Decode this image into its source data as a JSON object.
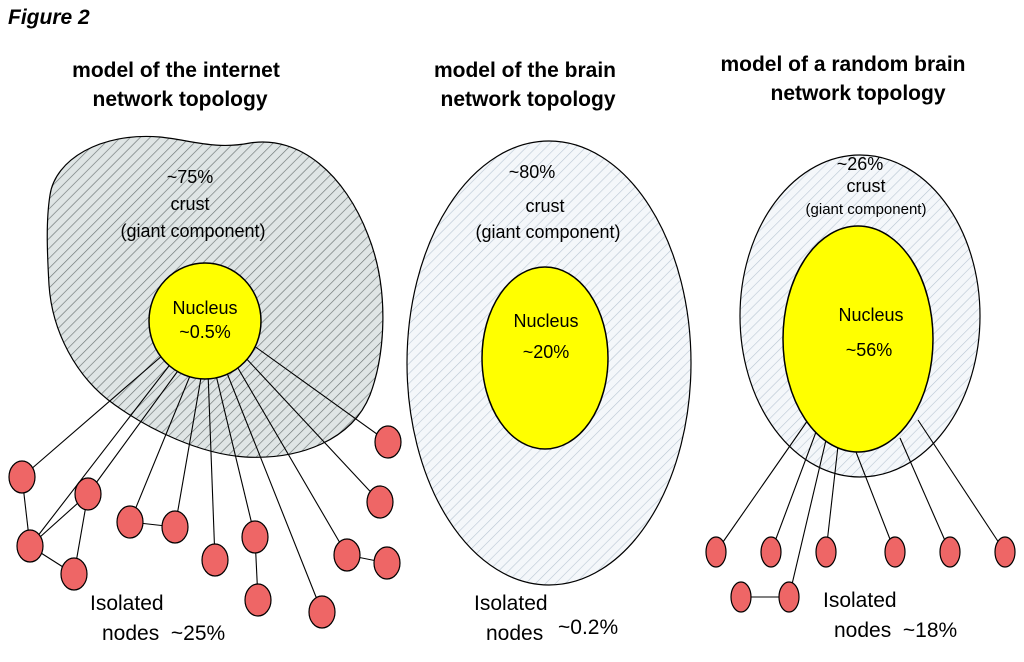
{
  "figure_label": "Figure 2",
  "panels": [
    {
      "title_line1": "model of the internet",
      "title_line2": "network topology",
      "crust_percent": "~75%",
      "crust_label": "crust",
      "crust_sublabel": "(giant component)",
      "nucleus_label": "Nucleus",
      "nucleus_percent": "~0.5%",
      "isolated_line1": "Isolated",
      "isolated_line2": "nodes  ~25%"
    },
    {
      "title_line1": "model of the brain",
      "title_line2": "network topology",
      "crust_percent": "~80%",
      "crust_label": "crust",
      "crust_sublabel": "(giant component)",
      "nucleus_label": "Nucleus",
      "nucleus_percent": "~20%",
      "isolated_line1": "Isolated",
      "isolated_line2": "nodes",
      "isolated_percent": "~0.2%"
    },
    {
      "title_line1": "model of a random brain",
      "title_line2": "network topology",
      "crust_percent": "~26%",
      "crust_label": "crust",
      "crust_sublabel": "(giant component)",
      "nucleus_label": "Nucleus",
      "nucleus_percent": "~56%",
      "isolated_line1": "Isolated",
      "isolated_line2": "nodes  ~18%"
    }
  ],
  "colors": {
    "nucleus_fill": "#ffff00",
    "node_fill": "#ee6666",
    "hatch_dark": "#6d7575",
    "hatch_light": "#b9c6d3",
    "crust_fill_dark": "#dfe5e5",
    "crust_fill_light": "#f4f7fa"
  }
}
